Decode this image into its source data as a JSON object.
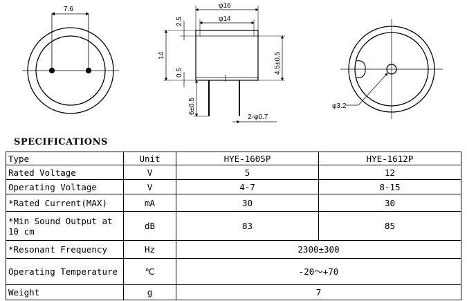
{
  "drawing": {
    "dim_pin_spacing": "7.6",
    "dim_outer_dia": "φ16",
    "dim_inner_dia": "φ14",
    "dim_top": "2.5",
    "dim_height": "14",
    "dim_base": "0.5",
    "dim_side": "4.5±0.5",
    "dim_pin_len": "6±0.5",
    "dim_pin_dia": "2-φ0.7",
    "dim_hole": "φ3.2"
  },
  "specs": {
    "title": "SPECIFICATIONS",
    "header": {
      "type": "Type",
      "unit": "Unit",
      "model_a": "HYE-1605P",
      "model_b": "HYE-1612P"
    },
    "rows": [
      {
        "param": "Rated Voltage",
        "unit": "V",
        "a": "5",
        "b": "12"
      },
      {
        "param": "Operating Voltage",
        "unit": "V",
        "a": "4-7",
        "b": "8-15"
      },
      {
        "param": "*Rated Current(MAX)",
        "unit": "mA",
        "a": "30",
        "b": "30"
      },
      {
        "param": "*Min Sound Output at 10 cm",
        "unit": "dB",
        "a": "83",
        "b": "85"
      },
      {
        "param": "*Resonant Frequency",
        "unit": "Hz",
        "shared": "2300±300"
      },
      {
        "param": "Operating Temperature",
        "unit": "℃",
        "shared": "-20～+70"
      },
      {
        "param": "Weight",
        "unit": "g",
        "shared": "7"
      }
    ]
  }
}
